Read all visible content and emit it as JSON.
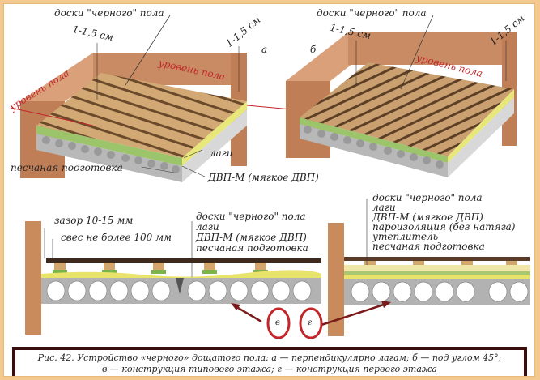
{
  "figure": {
    "panel_a": {
      "letter": "а",
      "label_boards": "доски \"черного\" пола",
      "gap_left": "1-1,5 см",
      "gap_right": "1-1,5 см",
      "floor_level_1": "уровень пола",
      "floor_level_2": "уровень пола",
      "label_sand": "песчаная подготовка",
      "label_joists": "лаги",
      "label_fiberboard": "ДВП-М (мягкое ДВП)"
    },
    "panel_b": {
      "letter": "б",
      "label_boards": "доски \"черного\" пола",
      "gap_left": "1-1,5 см",
      "gap_right": "1-1,5 см",
      "floor_level": "уровень пола"
    },
    "panel_v": {
      "letter": "в",
      "gap_note": "зазор 10-15 мм",
      "overhang_note": "свес не более 100 мм",
      "layers": [
        "доски \"черного\" пола",
        "лаги",
        "ДВП-М (мягкое ДВП)",
        "песчаная подготовка"
      ]
    },
    "panel_g": {
      "letter": "г",
      "layers": [
        "доски \"черного\" пола",
        "лаги",
        "ДВП-М (мягкое ДВП)",
        "пароизоляция (без натяга)",
        "утеплитель",
        "песчаная подготовка"
      ]
    },
    "caption_line1": "Рис. 42. Устройство «черного» дощатого пола: а — перпендикулярно лагам; б — под углом 45°;",
    "caption_line2": "в — конструкция типового этажа; г — конструкция первого этажа"
  },
  "colors": {
    "page_border": "#f3c98f",
    "wall": "#c98b63",
    "board": "#c9a072",
    "slab": "#b5b5b5",
    "sand": "#e8e87a",
    "marker": "#c2262a",
    "caption_border": "#3a0c0c"
  }
}
